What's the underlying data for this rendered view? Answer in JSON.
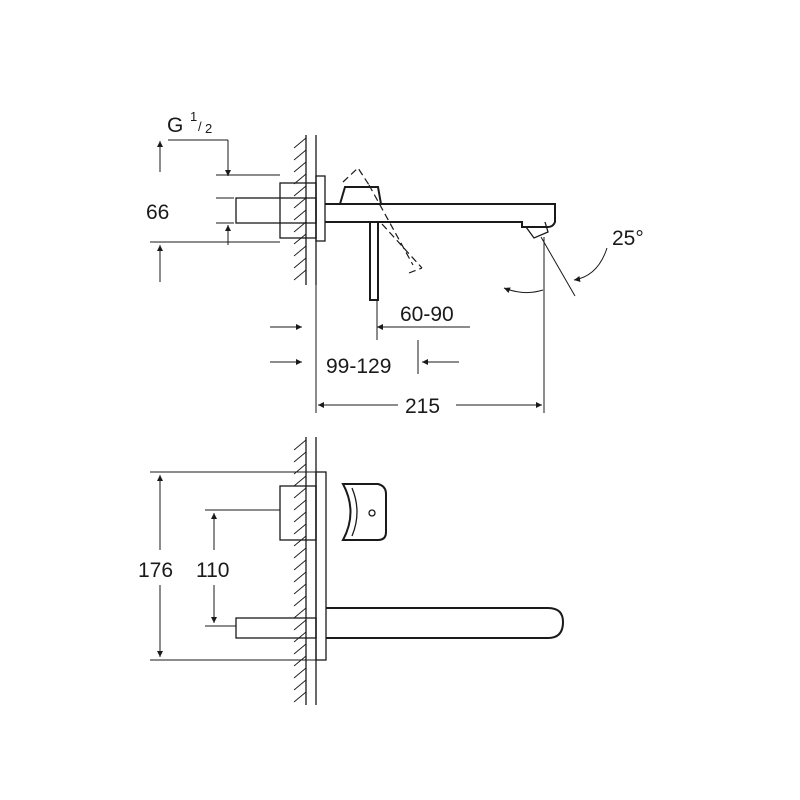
{
  "dimensions": {
    "thread_main": "G",
    "thread_num": "1",
    "thread_den": "2",
    "height_66": "66",
    "angle": "25°",
    "range_60_90": "60-90",
    "range_99_129": "99-129",
    "length_215": "215",
    "height_176": "176",
    "height_110": "110"
  },
  "colors": {
    "line": "#1a1a1a",
    "background": "#ffffff"
  }
}
